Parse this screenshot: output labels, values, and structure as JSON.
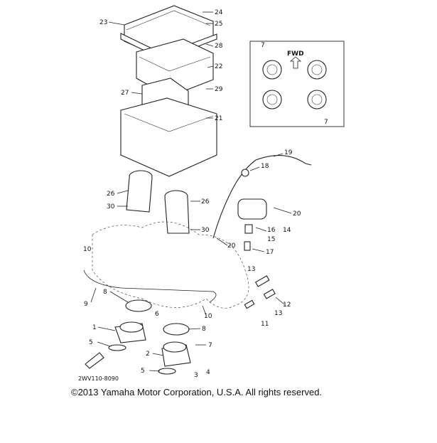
{
  "diagram": {
    "inset_title": "FWD",
    "code": "2WV110-8090",
    "copyright": "©2013 Yamaha Motor Corporation, U.S.A. All rights reserved.",
    "callouts": [
      "23",
      "24",
      "25",
      "28",
      "22",
      "29",
      "27",
      "21",
      "7",
      "7",
      "19",
      "18",
      "26",
      "30",
      "26",
      "20",
      "30",
      "16",
      "14",
      "15",
      "20",
      "17",
      "10",
      "13",
      "12",
      "13",
      "11",
      "9",
      "8",
      "10",
      "1",
      "6",
      "8",
      "7",
      "5",
      "2",
      "4",
      "3",
      "5"
    ]
  }
}
